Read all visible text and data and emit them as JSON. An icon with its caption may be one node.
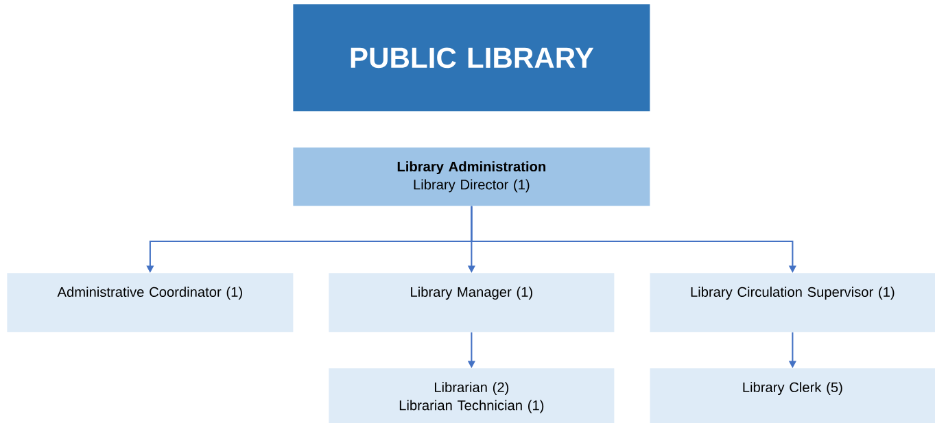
{
  "diagram": {
    "nodes": [
      {
        "text": [
          "PUBLIC LIBRARY"
        ]
      },
      {
        "text": [
          "Library Administration",
          "Library Director (1)"
        ]
      },
      {
        "text": [
          "Administrative Coordinator (1)"
        ]
      },
      {
        "text": [
          "Library Manager (1)"
        ]
      },
      {
        "text": [
          "Library Circulation Supervisor (1)"
        ]
      },
      {
        "text": [
          "Librarian (2)",
          "Librarian Technician (1)"
        ]
      },
      {
        "text": [
          "Library Clerk (5)"
        ]
      }
    ],
    "edges": [
      {
        "from": 1,
        "to": 2,
        "arrow": "to"
      },
      {
        "from": 1,
        "to": 3,
        "arrow": "to"
      },
      {
        "from": 1,
        "to": 4,
        "arrow": "to"
      },
      {
        "from": 3,
        "to": 5,
        "arrow": "to"
      },
      {
        "from": 4,
        "to": 6,
        "arrow": "to"
      }
    ]
  }
}
